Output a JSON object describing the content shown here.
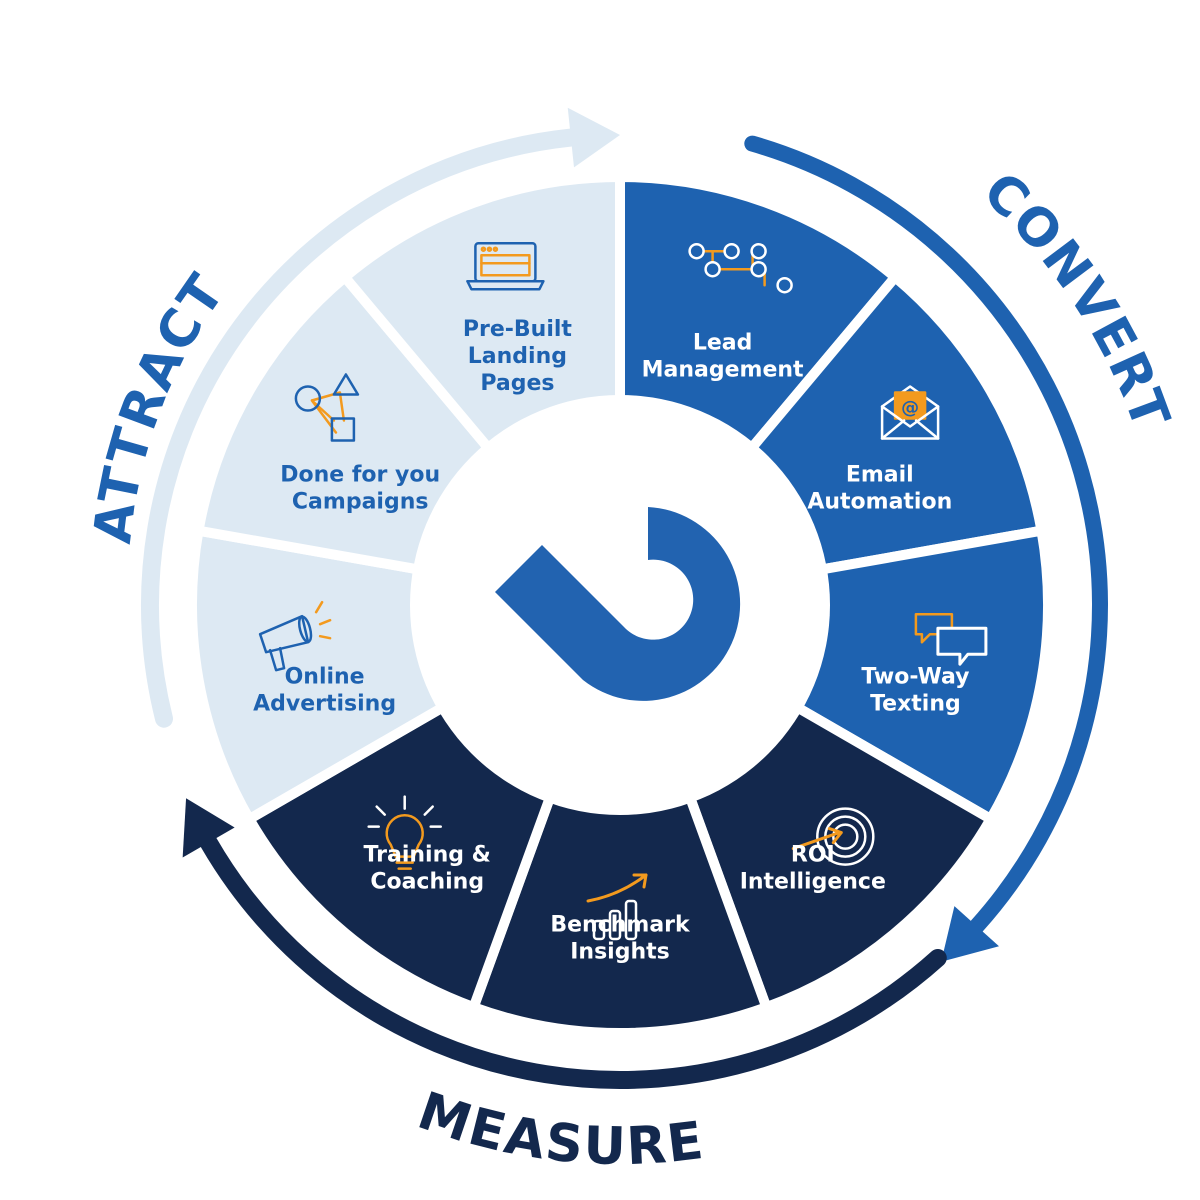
{
  "colors": {
    "attract_fill": "#dde9f3",
    "attract_text": "#1e62b0",
    "convert_fill": "#1e62b0",
    "convert_text": "#ffffff",
    "measure_fill": "#13284d",
    "measure_text": "#ffffff",
    "accent": "#f39a1e",
    "center_logo": "#2263b0",
    "attract_arrow": "#dde9f3",
    "convert_arrow": "#1e62b0",
    "measure_arrow": "#13284d"
  },
  "phases": {
    "attract": "ATTRACT",
    "convert": "CONVERT",
    "measure": "MEASURE"
  },
  "segments": [
    {
      "phase": "convert",
      "icon": "flow-chart-icon",
      "lines": [
        "Lead",
        "Management"
      ]
    },
    {
      "phase": "convert",
      "icon": "email-envelope-icon",
      "lines": [
        "Email",
        "Automation"
      ]
    },
    {
      "phase": "convert",
      "icon": "chat-bubbles-icon",
      "lines": [
        "Two-Way",
        "Texting"
      ]
    },
    {
      "phase": "measure",
      "icon": "target-icon",
      "lines": [
        "ROI",
        "Intelligence"
      ]
    },
    {
      "phase": "measure",
      "icon": "bar-chart-icon",
      "lines": [
        "Benchmark",
        "Insights"
      ]
    },
    {
      "phase": "measure",
      "icon": "lightbulb-icon",
      "lines": [
        "Training &",
        "Coaching"
      ]
    },
    {
      "phase": "attract",
      "icon": "megaphone-icon",
      "lines": [
        "Online",
        "Advertising"
      ]
    },
    {
      "phase": "attract",
      "icon": "shapes-icon",
      "lines": [
        "Done for you",
        "Campaigns"
      ]
    },
    {
      "phase": "attract",
      "icon": "laptop-icon",
      "lines": [
        "Pre-Built",
        "Landing",
        "Pages"
      ]
    }
  ]
}
